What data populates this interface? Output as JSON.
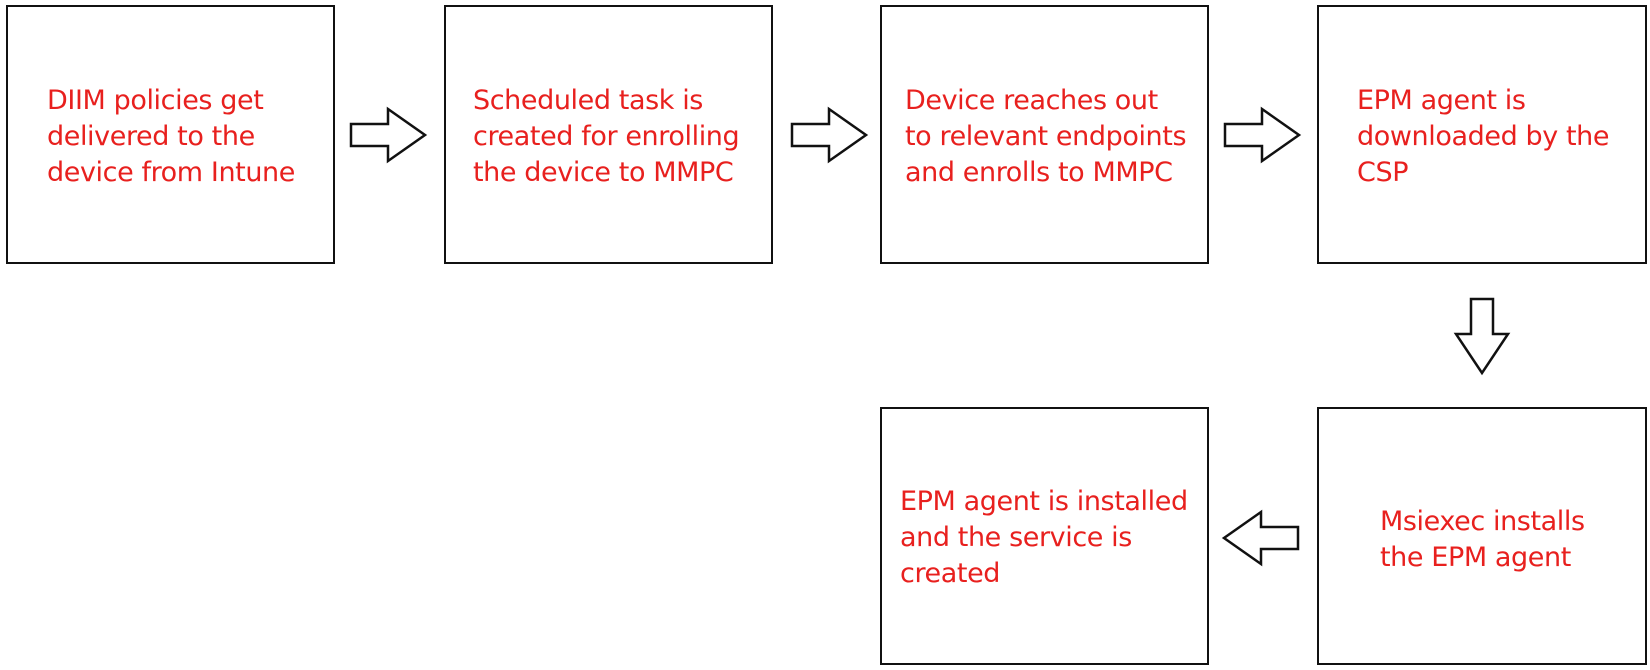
{
  "diagram": {
    "text_color": "#e8201e",
    "border_color": "#111111",
    "steps": [
      {
        "label": "DIIM policies get\ndelivered to the\ndevice from Intune"
      },
      {
        "label": "Scheduled task is\ncreated for enrolling\nthe device to MMPC"
      },
      {
        "label": "Device reaches out\nto relevant endpoints\nand enrolls to MMPC"
      },
      {
        "label": "EPM agent is\ndownloaded by the\nCSP"
      },
      {
        "label": "Msiexec installs\nthe EPM agent"
      },
      {
        "label": "EPM agent is installed\nand the service is\ncreated"
      }
    ],
    "arrows": [
      {
        "from": 1,
        "to": 2,
        "direction": "right"
      },
      {
        "from": 2,
        "to": 3,
        "direction": "right"
      },
      {
        "from": 3,
        "to": 4,
        "direction": "right"
      },
      {
        "from": 4,
        "to": 5,
        "direction": "down"
      },
      {
        "from": 5,
        "to": 6,
        "direction": "left"
      }
    ]
  }
}
